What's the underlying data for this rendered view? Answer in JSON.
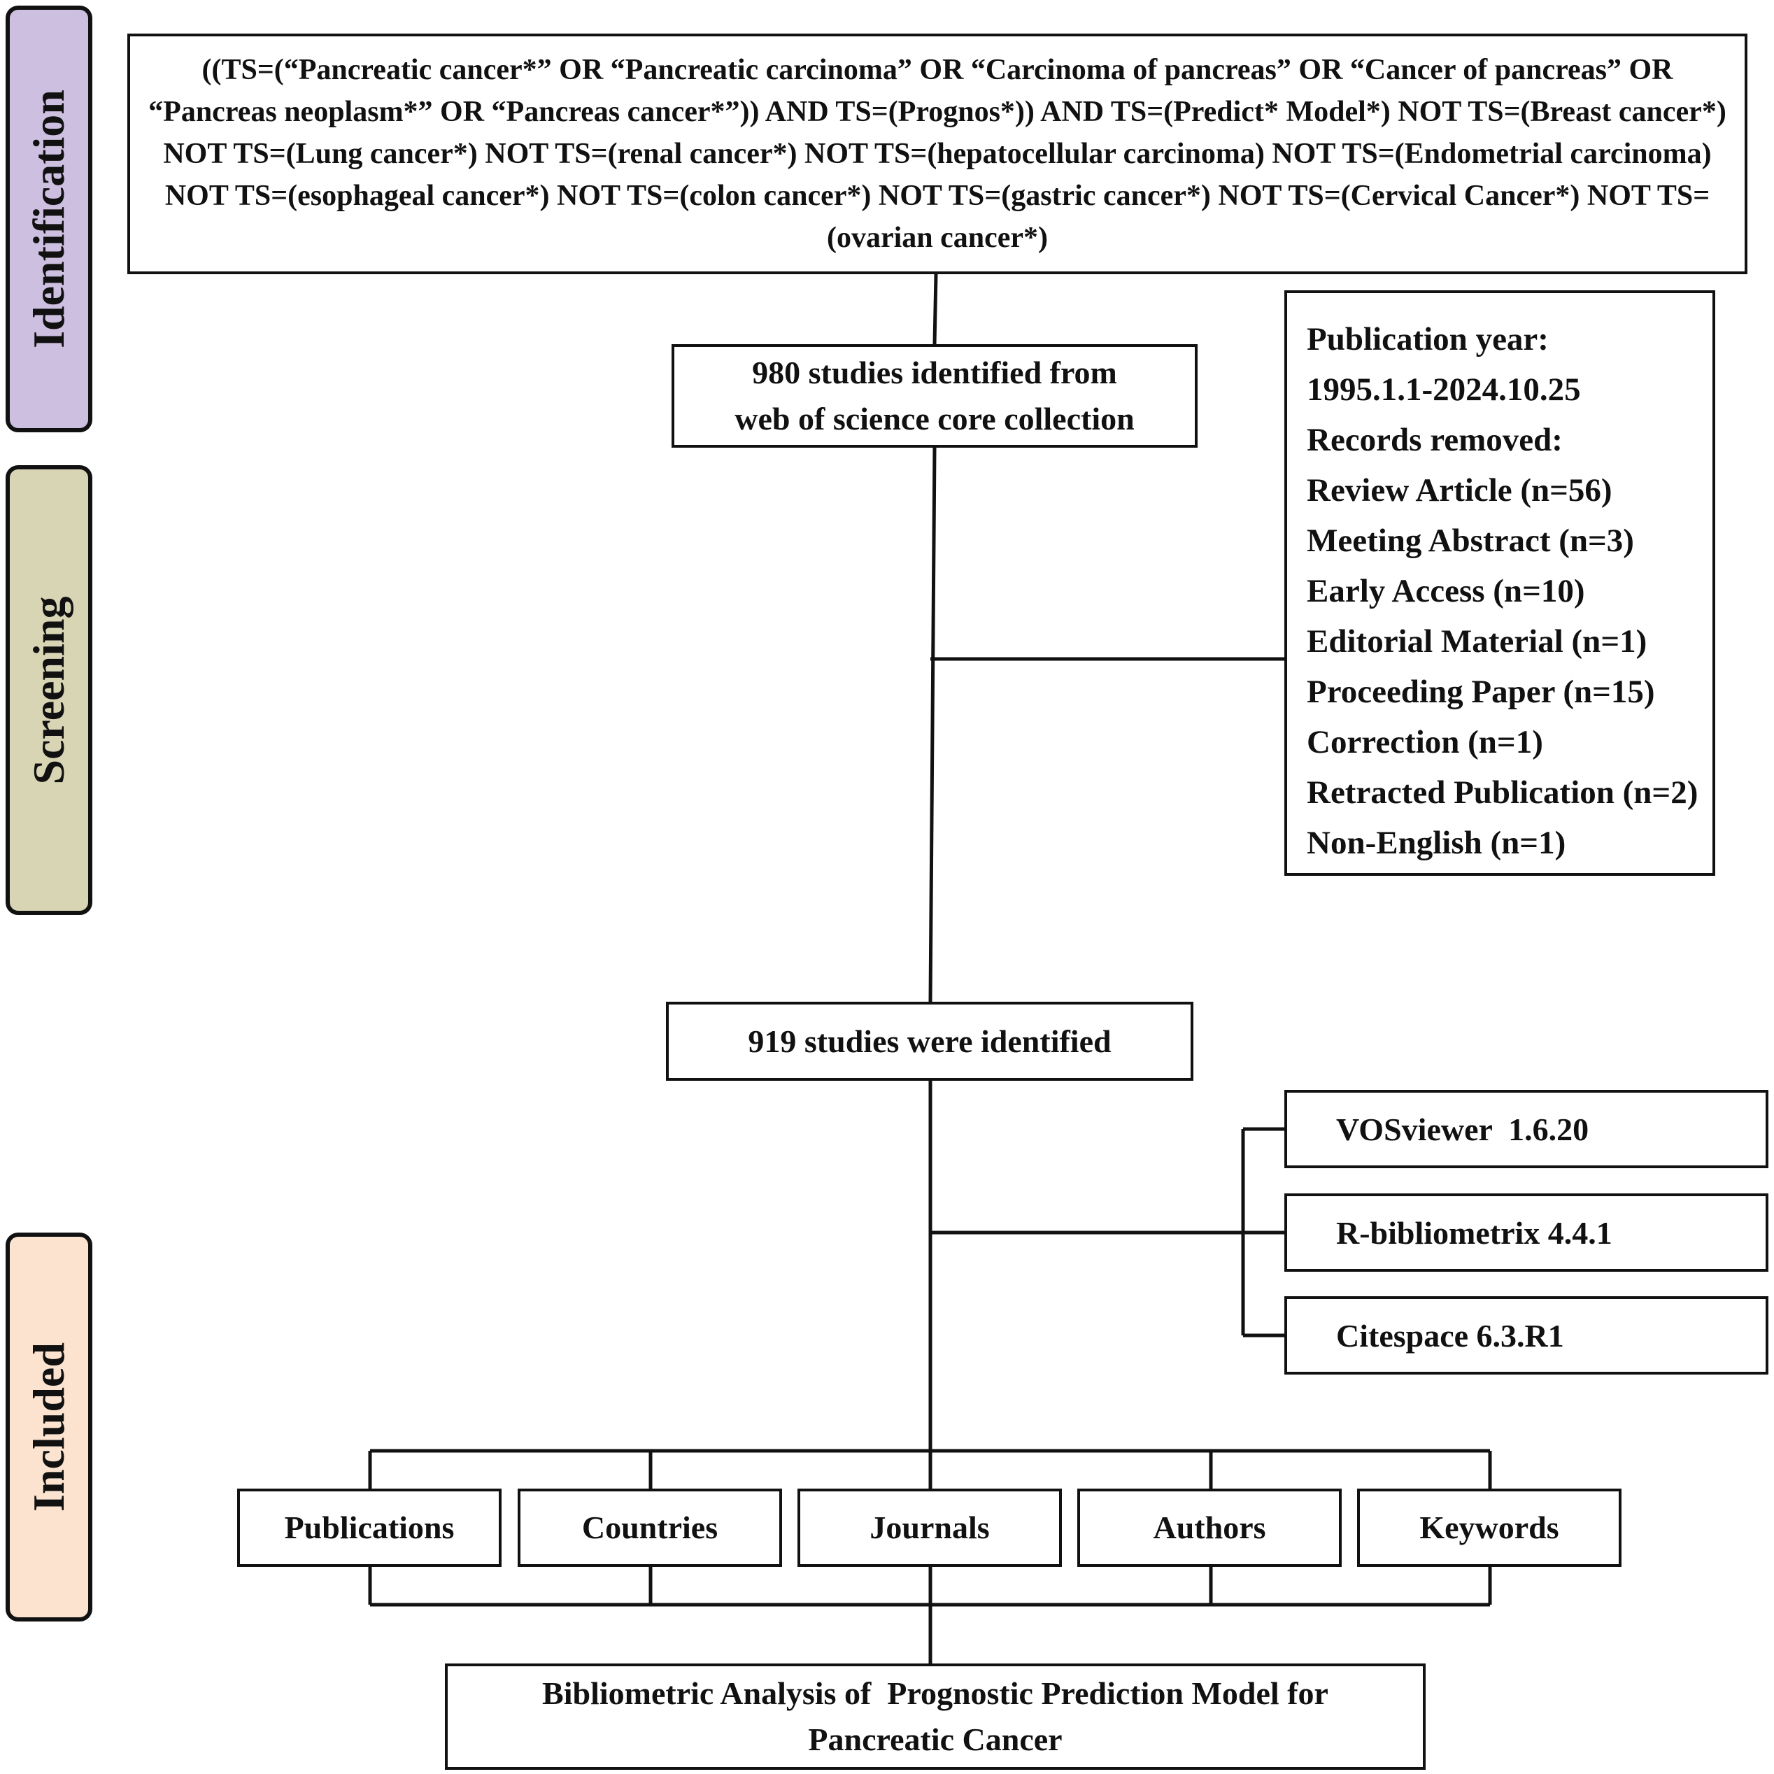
{
  "phases": {
    "identification": "Identification",
    "screening": "Screening",
    "included": "Included"
  },
  "search_query": "((TS=(“Pancreatic cancer*” OR “Pancreatic carcinoma” OR “Carcinoma of pancreas” OR “Cancer of pancreas” OR “Pancreas neoplasm*” OR “Pancreas cancer*”)) AND TS=(Prognos*)) AND TS=(Predict* Model*) NOT TS=(Breast cancer*) NOT TS=(Lung cancer*) NOT TS=(renal cancer*) NOT TS=(hepatocellular carcinoma) NOT TS=(Endometrial carcinoma) NOT TS=(esophageal cancer*) NOT TS=(colon cancer*) NOT TS=(gastric cancer*) NOT TS=(Cervical Cancer*) NOT TS=(ovarian cancer*)",
  "identified": {
    "line1": "980 studies identified from",
    "line2": "web of science core collection"
  },
  "exclusions": {
    "items": [
      "Publication year:",
      "1995.1.1-2024.10.25",
      "Records removed:",
      "Review Article (n=56)",
      "Meeting Abstract (n=3)",
      "Early Access (n=10)",
      "Editorial Material (n=1)",
      "Proceeding Paper (n=15)",
      "Correction (n=1)",
      "Retracted Publication (n=2)",
      "Non-English (n=1)"
    ]
  },
  "screened": "919 studies were identified",
  "tools": [
    "VOSviewer  1.6.20",
    "R-bibliometrix 4.4.1",
    "Citespace 6.3.R1"
  ],
  "categories": [
    "Publications",
    "Countries",
    "Journals",
    "Authors",
    "Keywords"
  ],
  "final": {
    "line1": "Bibliometric Analysis of  Prognostic Prediction Model for",
    "line2": "Pancreatic Cancer"
  }
}
